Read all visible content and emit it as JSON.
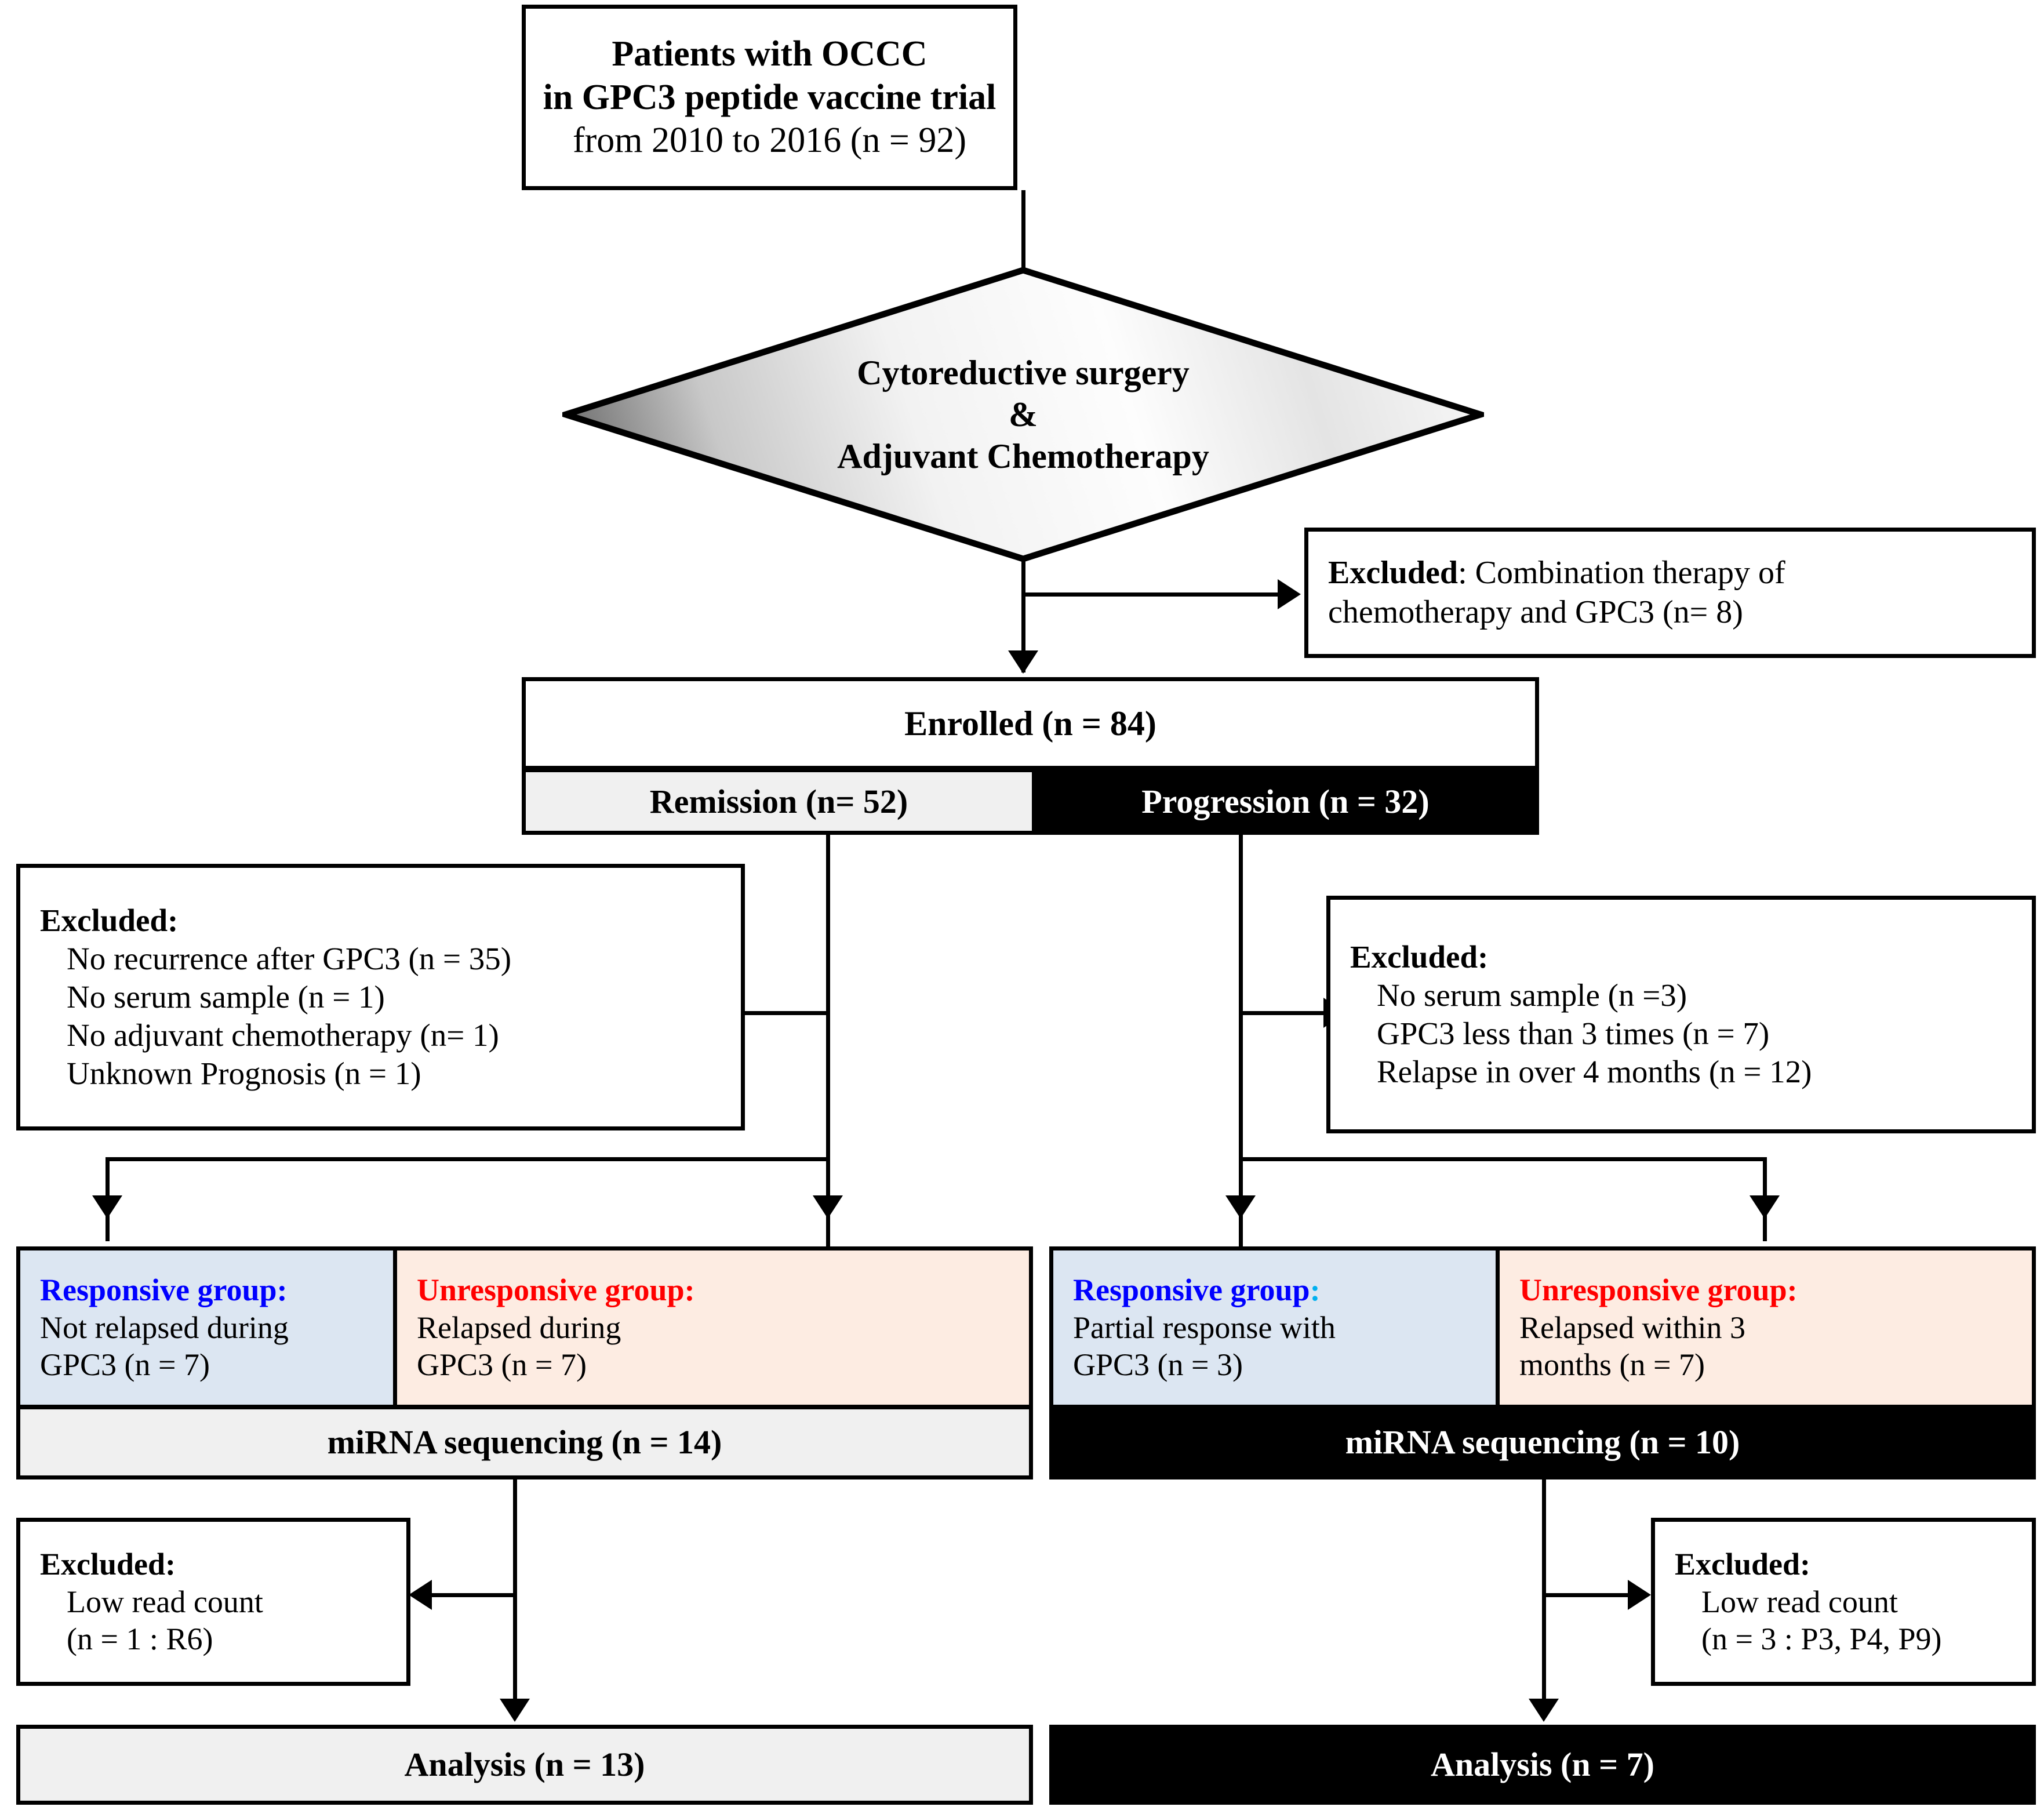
{
  "diagram": {
    "title": "OCCC GPC3 peptide vaccine trial patient flow",
    "colors": {
      "responsive_text": "#0000ff",
      "unresponsive_text": "#ff0000",
      "responsive_colon_accent": "#00b0f0",
      "remission_fill": "#f0f0f0",
      "progression_fill": "#000000",
      "responsive_fill": "#dce6f2",
      "unresponsive_fill": "#fdece2",
      "border": "#000000"
    }
  },
  "top_box": {
    "line1": "Patients with OCCC",
    "line2": "in GPC3 peptide vaccine trial",
    "line3": "from 2010 to 2016 (n = 92)"
  },
  "decision": {
    "line1": "Cytoreductive surgery",
    "line2": "&",
    "line3": "Adjuvant Chemotherapy"
  },
  "excluded_top": {
    "line1_bold": "Excluded",
    "line1_rest": ": Combination therapy of",
    "line2": "chemotherapy and GPC3 (n= 8)"
  },
  "enrolled": {
    "label": "Enrolled (n = 84)",
    "remission": "Remission (n= 52)",
    "progression": "Progression (n = 32)"
  },
  "excluded_left": {
    "heading": "Excluded:",
    "items": [
      "No recurrence after GPC3 (n = 35)",
      "No serum sample (n = 1)",
      "No adjuvant chemotherapy (n= 1)",
      "Unknown Prognosis (n = 1)"
    ]
  },
  "excluded_right": {
    "heading": "Excluded:",
    "items": [
      "No serum sample (n =3)",
      "GPC3 less than 3 times (n = 7)",
      "Relapse in over 4 months (n = 12)"
    ]
  },
  "remission_groups": {
    "responsive": {
      "heading": "Responsive group:",
      "line1": "Not relapsed during",
      "line2": "GPC3 (n = 7)"
    },
    "unresponsive": {
      "heading": "Unresponsive group:",
      "line1": "Relapsed during",
      "line2": "GPC3  (n = 7)"
    },
    "sequencing": "miRNA sequencing (n = 14)"
  },
  "progression_groups": {
    "responsive": {
      "heading_main": "Responsive group",
      "heading_colon": ":",
      "line1": "Partial response with",
      "line2": "GPC3 (n = 3)"
    },
    "unresponsive": {
      "heading": "Unresponsive group:",
      "line1": "Relapsed within 3",
      "line2": "months (n = 7)"
    },
    "sequencing": "miRNA sequencing (n = 10)"
  },
  "excluded_bottom_left": {
    "heading": "Excluded:",
    "line1": "Low read count",
    "line2": "(n = 1 : R6)"
  },
  "excluded_bottom_right": {
    "heading": "Excluded:",
    "line1": "Low read count",
    "line2": "(n = 3 : P3, P4, P9)"
  },
  "analysis_left": "Analysis (n = 13)",
  "analysis_right": "Analysis (n = 7)"
}
